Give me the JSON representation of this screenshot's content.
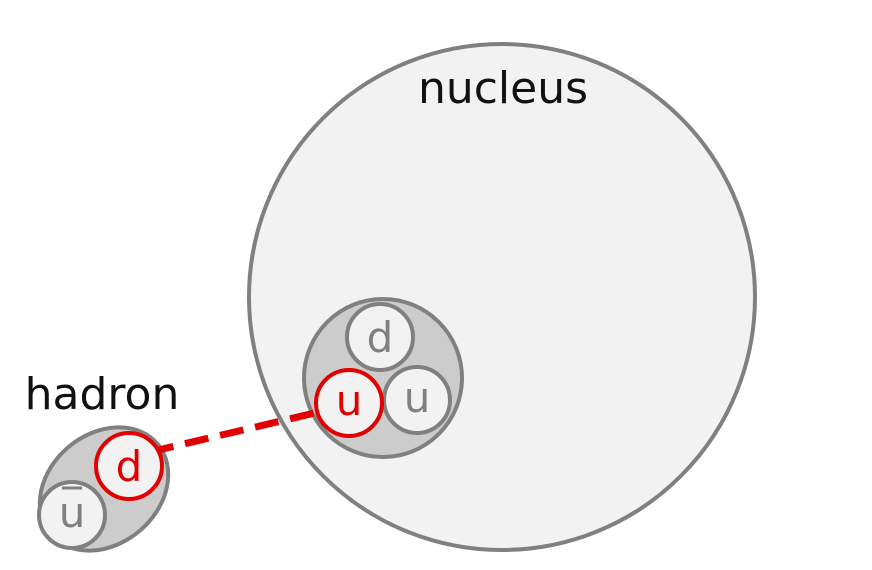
{
  "labels": {
    "nucleus": "nucleus",
    "hadron": "hadron"
  },
  "nucleon_quarks": {
    "top": "d",
    "right": "u",
    "left": "u"
  },
  "hadron_quarks": {
    "struck": "d",
    "anti": "u"
  },
  "colors": {
    "outline": "#808080",
    "nucleus_fill": "#f2f2f2",
    "nucleon_fill": "#cccccc",
    "quark_fill": "#f2f2f2",
    "highlight": "#e30000",
    "text": "#111111"
  }
}
